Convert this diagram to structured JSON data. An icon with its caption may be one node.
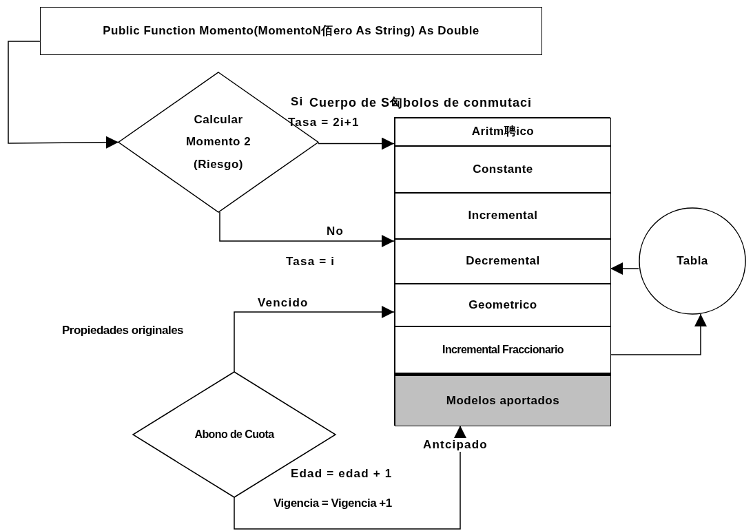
{
  "diagram": {
    "nodes": [
      {
        "text": [
          "Public Function Momento(MomentoN佰ero As String) As Double"
        ]
      },
      {
        "text": [
          "Calcular Momento 2 (Riesgo)"
        ]
      },
      {
        "text": [
          "Cuerpo de S匈bolos de conmutaci"
        ]
      },
      {
        "text": [
          "Aritm聘ico"
        ],
        "in": 2
      },
      {
        "text": [
          "Constante"
        ],
        "in": 2
      },
      {
        "text": [
          "Incremental"
        ],
        "in": 2
      },
      {
        "text": [
          "Decremental"
        ],
        "in": 2
      },
      {
        "text": [
          "Geometrico"
        ],
        "in": 2
      },
      {
        "text": [
          "Incremental Fraccionario"
        ],
        "in": 2
      },
      {
        "text": [
          "Modelos aportados"
        ],
        "in": 2
      },
      {
        "text": [
          "Tabla"
        ]
      },
      {
        "text": [
          "Abono de Cuota"
        ]
      }
    ],
    "edges": [
      {
        "from": 0,
        "to": 1,
        "arrow": "to"
      },
      {
        "from": 1,
        "to": 3,
        "arrow": "to",
        "label": "Si"
      },
      {
        "from": 1,
        "to": 6,
        "arrow": "to",
        "label": "No"
      },
      {
        "from": 10,
        "to": 6,
        "arrow": "to"
      },
      {
        "from": 8,
        "to": 10,
        "arrow": "to"
      },
      {
        "from": 11,
        "to": 7,
        "arrow": "to",
        "label": "Vencido"
      },
      {
        "from": 11,
        "to": 9,
        "arrow": "to",
        "label": "Antcipado"
      }
    ],
    "labels": [
      "Tasa = 2i+1",
      "Tasa = i",
      "Propiedades originales",
      "Edad = edad + 1",
      "Vigencia = Vigencia +1"
    ]
  }
}
